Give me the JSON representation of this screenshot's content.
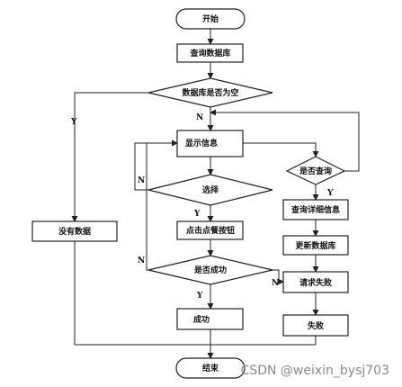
{
  "nodes": {
    "start": "开始",
    "query_db": "查询数据库",
    "db_empty": "数据库是否为空",
    "show_info": "显示信息",
    "choose": "选择",
    "click_order": "点击点餐按钮",
    "is_success": "是否成功",
    "success": "成功",
    "no_data": "没有数据",
    "is_query": "是否查询",
    "query_detail": "查询详细信息",
    "update_db": "更新数据库",
    "request_fail": "请求失败",
    "fail": "失败",
    "end": "结束"
  },
  "edge_labels": {
    "db_empty_yes": "Y",
    "db_empty_no": "N",
    "choose_yes": "Y",
    "choose_no": "N",
    "success_yes": "Y",
    "success_no_left": "N",
    "success_no_right": "N",
    "query_yes": "Y"
  },
  "watermark": "CSDN @weixin_bysj703"
}
